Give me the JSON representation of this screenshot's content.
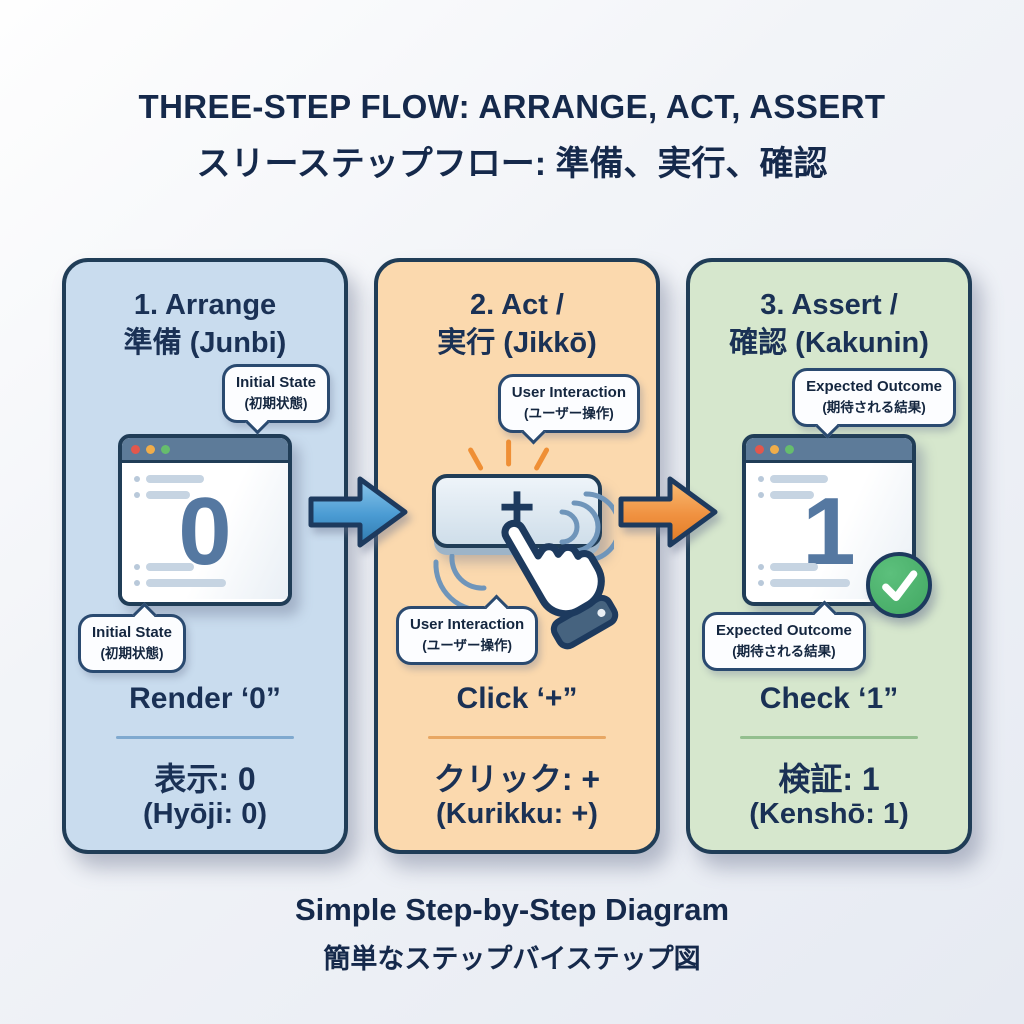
{
  "title": {
    "en": "THREE-STEP FLOW: ARRANGE, ACT, ASSERT",
    "ja": "スリーステップフロー: 準備、実行、確認"
  },
  "footer": {
    "en": "Simple Step-by-Step Diagram",
    "ja": "簡単なステップバイステップ図"
  },
  "steps": [
    {
      "heading_en": "1. Arrange",
      "heading_ja": "準備 (Junbi)",
      "callout": {
        "en": "Initial State",
        "ja": "(初期状態)"
      },
      "display_value": "0",
      "action": "Render ‘0”",
      "result_ja": "表示: 0",
      "result_romaji": "(Hyōji: 0)",
      "fill_color": "#c9dcee",
      "divider_color": "#7fa9cf"
    },
    {
      "heading_en": "2. Act /",
      "heading_ja": "実行 (Jikkō)",
      "callout": {
        "en": "User Interaction",
        "ja": "(ユーザー操作)"
      },
      "button_label": "+",
      "action": "Click ‘+”",
      "result_ja": "クリック: +",
      "result_romaji": "(Kurikku: +)",
      "fill_color": "#fbd9ae",
      "divider_color": "#e8a763"
    },
    {
      "heading_en": "3. Assert /",
      "heading_ja": "確認 (Kakunin)",
      "callout": {
        "en": "Expected Outcome",
        "ja": "(期待される結果)"
      },
      "display_value": "1",
      "action": "Check ‘1”",
      "result_ja": "検証: 1",
      "result_romaji": "(Kenshō: 1)",
      "fill_color": "#d6e7cd",
      "divider_color": "#93bf8e"
    }
  ],
  "arrows": [
    {
      "direction": "right",
      "color": "#3e8ec7"
    },
    {
      "direction": "right",
      "color": "#ec8328"
    }
  ],
  "icons": {
    "traffic_lights": "red/yellow/green window dots",
    "plus": "+",
    "check": "✓",
    "flow_arrow": "→",
    "hand_cursor": "pointing-hand",
    "success_badge": "green circle with white check"
  },
  "colors": {
    "background": "#eef1f6",
    "outline_navy": "#203d57",
    "text_navy": "#1a3155",
    "step1_fill": "#c9dcee",
    "step2_fill": "#fbd9ae",
    "step3_fill": "#d6e7cd",
    "arrow_blue": "#3e8ec7",
    "arrow_orange": "#ec8328",
    "success_green": "#4db36b",
    "titlebar_slate": "#5d7b99",
    "number_blue": "#5578a1"
  }
}
